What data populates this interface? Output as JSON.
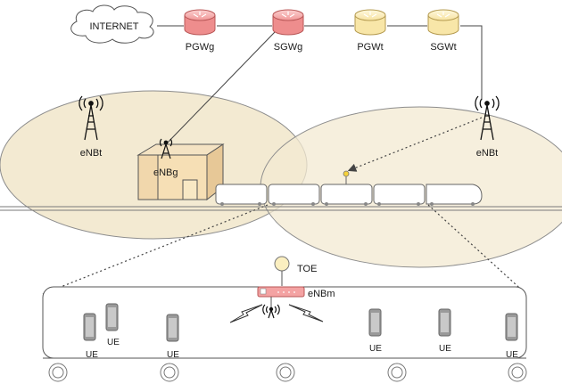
{
  "cloud": {
    "label": "INTERNET"
  },
  "routers": {
    "pgwg": "PGWg",
    "sgwg": "SGWg",
    "pgwt": "PGWt",
    "sgwt": "SGWt"
  },
  "towers": {
    "enbt_left": "eNBt",
    "enbt_right": "eNBt",
    "enbg": "eNBg",
    "enbm": "eNBm"
  },
  "toe": {
    "label": "TOE"
  },
  "ue_labels": [
    "UE",
    "UE",
    "UE",
    "UE",
    "UE",
    "UE"
  ],
  "colors": {
    "coverage_fill": "#f3ead2",
    "coverage_stroke": "#8a8a8a",
    "red_router": "#f4a3a3",
    "red_router_stroke": "#b85a5a",
    "yellow_router": "#fbefc0",
    "yellow_router_stroke": "#b59a4e",
    "building": "#f3dcb7",
    "train": "#ffffff"
  }
}
